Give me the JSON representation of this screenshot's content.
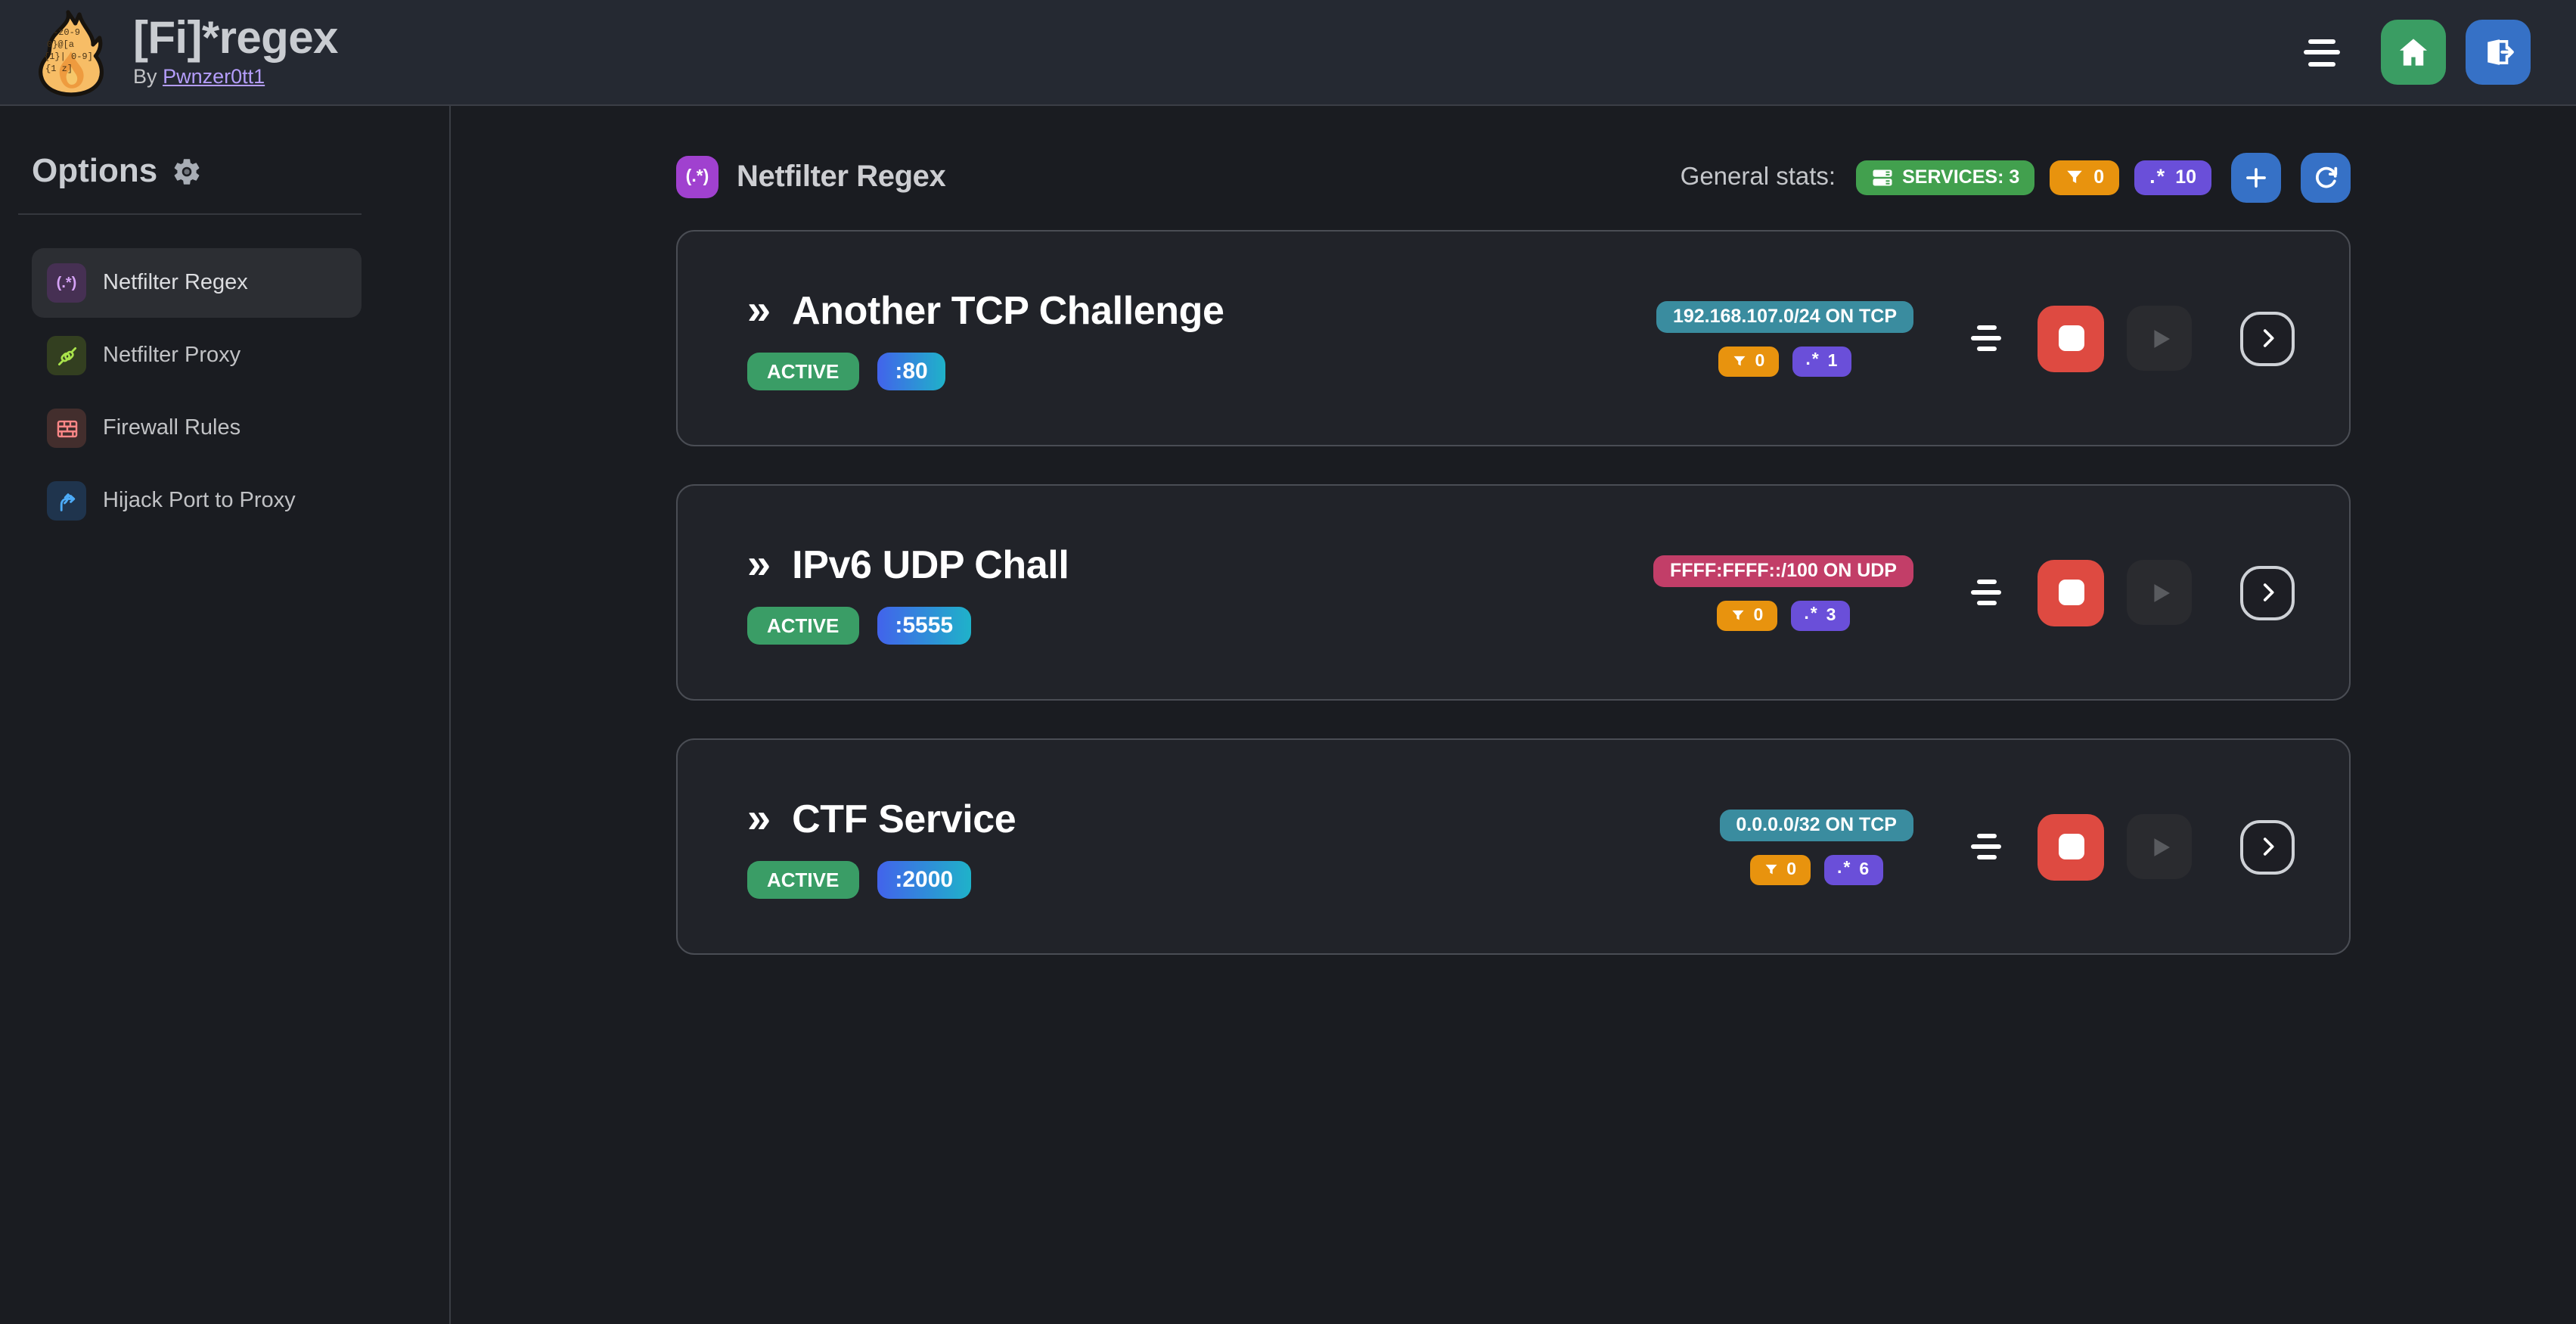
{
  "app": {
    "title": "[Fi]*regex",
    "byline_prefix": "By",
    "author": "Pwnzer0tt1"
  },
  "sidebar": {
    "heading": "Options",
    "items": [
      {
        "label": "Netfilter Regex",
        "active": true
      },
      {
        "label": "Netfilter Proxy",
        "active": false
      },
      {
        "label": "Firewall Rules",
        "active": false
      },
      {
        "label": "Hijack Port to Proxy",
        "active": false
      }
    ]
  },
  "main": {
    "section_icon_text": "(.*)",
    "section_title": "Netfilter Regex",
    "stats_label": "General stats:",
    "stats": {
      "services": "SERVICES: 3",
      "filtered_count": "0",
      "regex_count": "10"
    },
    "services": [
      {
        "name": "Another TCP Challenge",
        "status": "ACTIVE",
        "port": ":80",
        "endpoint": "192.168.107.0/24 ON TCP",
        "endpoint_color": "teal",
        "filtered_count": "0",
        "regex_count": "1"
      },
      {
        "name": "IPv6 UDP Chall",
        "status": "ACTIVE",
        "port": ":5555",
        "endpoint": "FFFF:FFFF::/100 ON UDP",
        "endpoint_color": "pink",
        "filtered_count": "0",
        "regex_count": "3"
      },
      {
        "name": "CTF Service",
        "status": "ACTIVE",
        "port": ":2000",
        "endpoint": "0.0.0.0/32 ON TCP",
        "endpoint_color": "teal",
        "filtered_count": "0",
        "regex_count": "6"
      }
    ]
  },
  "icons": {
    "double_chevron": "»",
    "regex_glyph": ".*",
    "sidebar_regex_glyph": "(.*)"
  },
  "colors": {
    "topbar_bg": "#252932",
    "body_bg": "#1a1c21",
    "card_bg": "#212329",
    "accent_green": "#42a04e",
    "status_green": "#3a9d66",
    "accent_orange": "#e8930e",
    "accent_violet": "#6a4fd9",
    "accent_blue": "#3671c6",
    "stop_red": "#de4a41",
    "endpoint_teal": "#3a8c9f",
    "endpoint_pink": "#c23e68",
    "grape_purple": "#a041cf",
    "link_purple": "#b49dfa"
  }
}
